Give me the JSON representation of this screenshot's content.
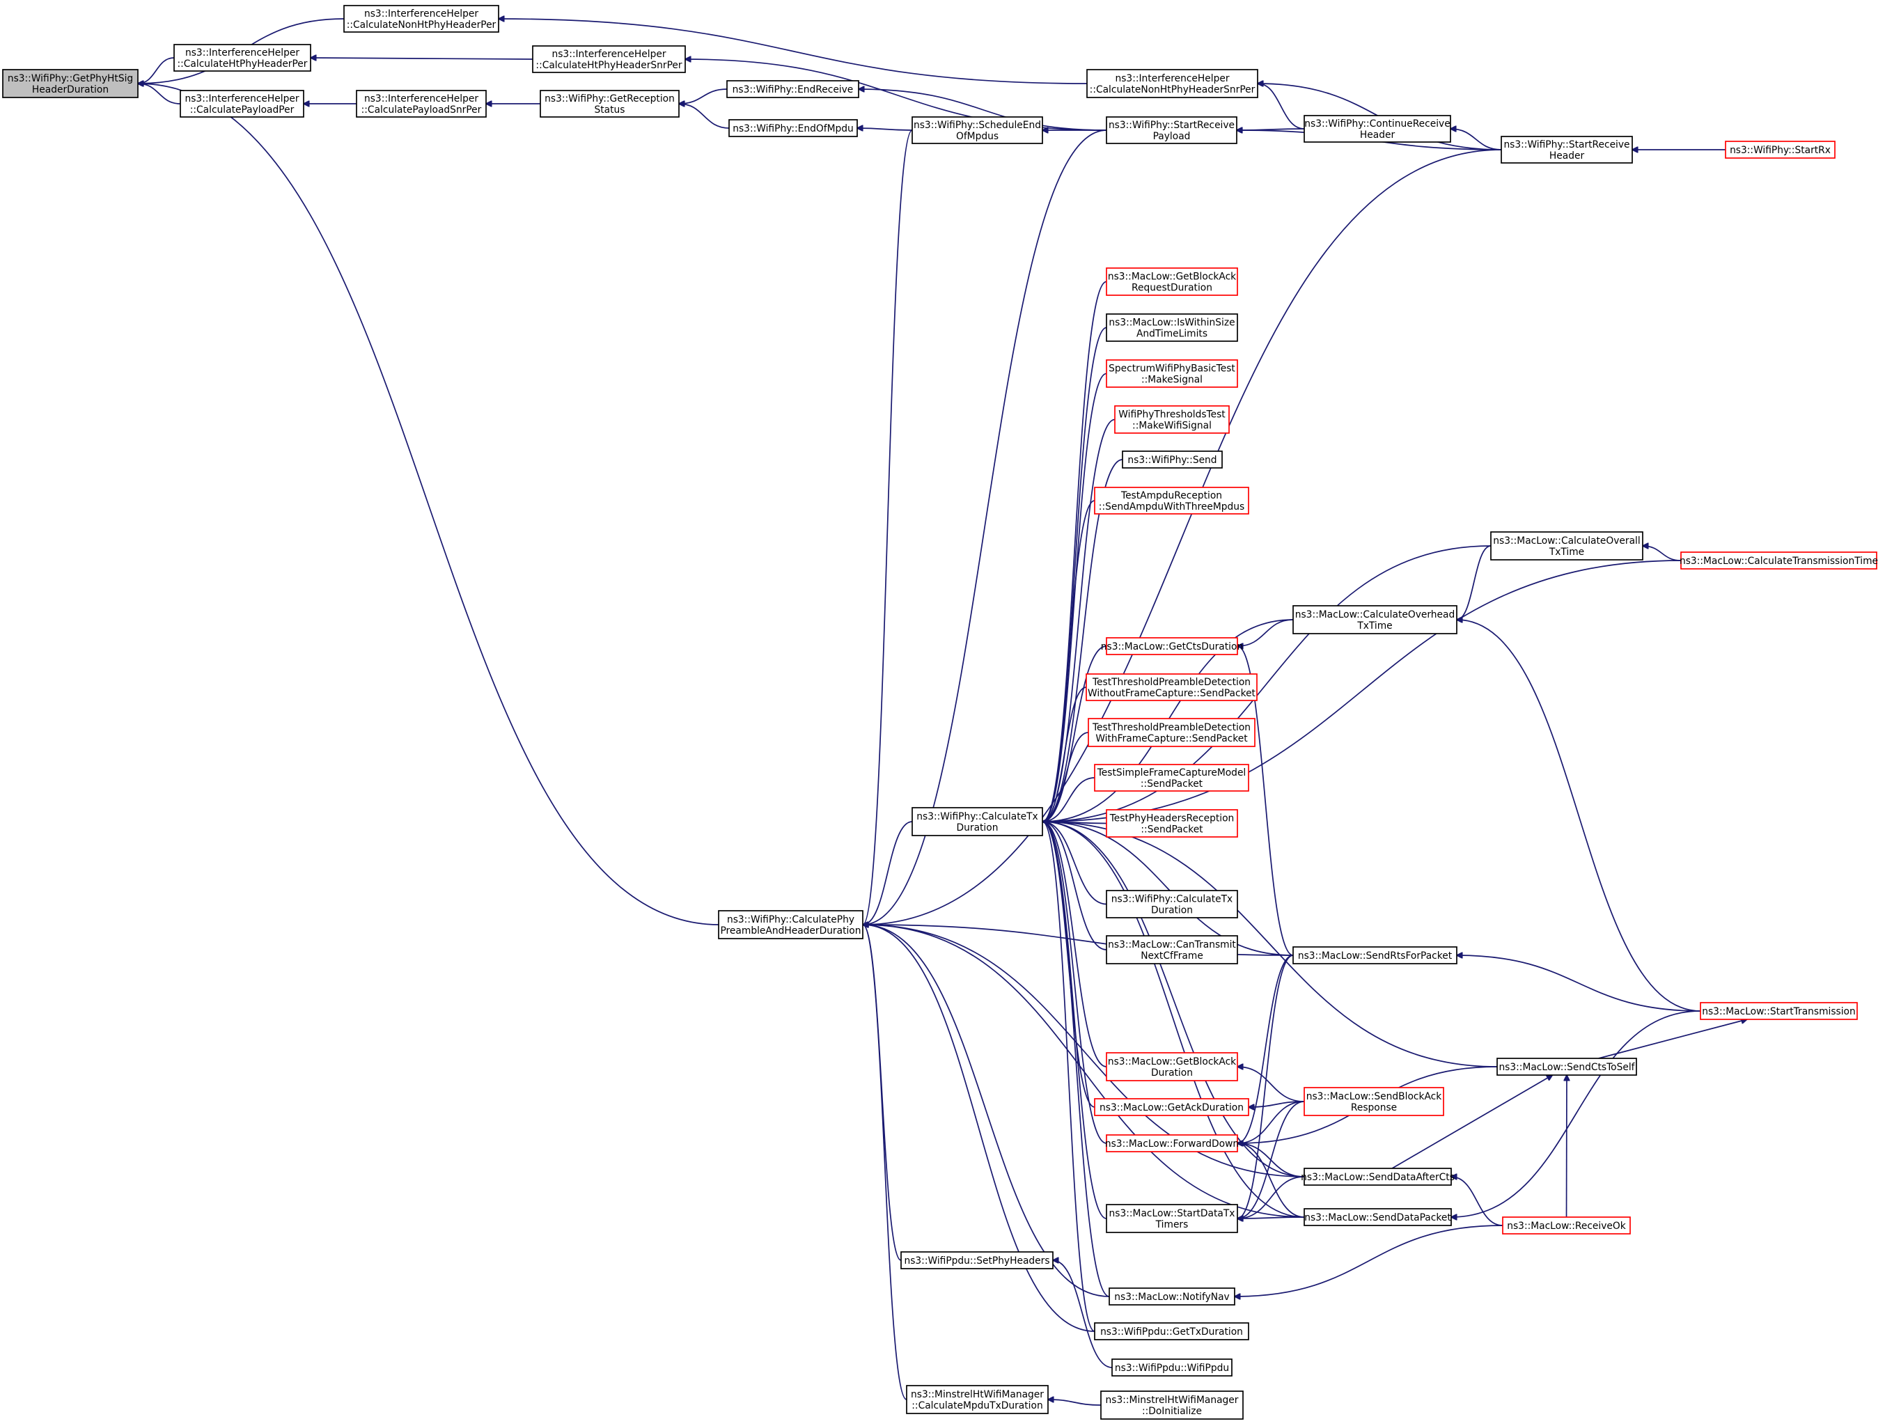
{
  "colors": {
    "edge": "#191970",
    "node_border": "#000000",
    "truncated_border": "#ff0000",
    "focus_fill": "#bfbfbf",
    "background": "#ffffff"
  },
  "nodes": [
    {
      "id": "n0",
      "lines": [
        "ns3::WifiPhy::GetPhyHtSig",
        "HeaderDuration"
      ],
      "style": "focus"
    },
    {
      "id": "n1",
      "lines": [
        "ns3::InterferenceHelper",
        "::CalculateNonHtPhyHeaderPer"
      ],
      "style": "normal"
    },
    {
      "id": "n2",
      "lines": [
        "ns3::InterferenceHelper",
        "::CalculateHtPhyHeaderPer"
      ],
      "style": "normal"
    },
    {
      "id": "n3",
      "lines": [
        "ns3::InterferenceHelper",
        "::CalculatePayloadPer"
      ],
      "style": "normal"
    },
    {
      "id": "n4",
      "lines": [
        "ns3::InterferenceHelper",
        "::CalculateHtPhyHeaderSnrPer"
      ],
      "style": "normal"
    },
    {
      "id": "n5",
      "lines": [
        "ns3::InterferenceHelper",
        "::CalculatePayloadSnrPer"
      ],
      "style": "normal"
    },
    {
      "id": "n6",
      "lines": [
        "ns3::WifiPhy::GetReception",
        "Status"
      ],
      "style": "normal"
    },
    {
      "id": "n7",
      "lines": [
        "ns3::WifiPhy::EndReceive"
      ],
      "style": "normal"
    },
    {
      "id": "n8",
      "lines": [
        "ns3::WifiPhy::EndOfMpdu"
      ],
      "style": "normal"
    },
    {
      "id": "n9",
      "lines": [
        "ns3::WifiPhy::ScheduleEnd",
        "OfMpdus"
      ],
      "style": "normal"
    },
    {
      "id": "n10",
      "lines": [
        "ns3::InterferenceHelper",
        "::CalculateNonHtPhyHeaderSnrPer"
      ],
      "style": "normal"
    },
    {
      "id": "n11",
      "lines": [
        "ns3::WifiPhy::StartReceive",
        "Payload"
      ],
      "style": "normal"
    },
    {
      "id": "n12",
      "lines": [
        "ns3::WifiPhy::ContinueReceive",
        "Header"
      ],
      "style": "normal"
    },
    {
      "id": "n13",
      "lines": [
        "ns3::WifiPhy::StartReceive",
        "Header"
      ],
      "style": "normal"
    },
    {
      "id": "n14",
      "lines": [
        "ns3::WifiPhy::StartRx"
      ],
      "style": "truncated"
    },
    {
      "id": "n15",
      "lines": [
        "ns3::WifiPhy::CalculatePhy",
        "PreambleAndHeaderDuration"
      ],
      "style": "normal"
    },
    {
      "id": "n16",
      "lines": [
        "ns3::WifiPhy::CalculateTx",
        "Duration"
      ],
      "style": "normal"
    },
    {
      "id": "n17",
      "lines": [
        "ns3::MacLow::GetBlockAck",
        "RequestDuration"
      ],
      "style": "truncated"
    },
    {
      "id": "n18",
      "lines": [
        "ns3::MacLow::IsWithinSize",
        "AndTimeLimits"
      ],
      "style": "normal"
    },
    {
      "id": "n19",
      "lines": [
        "SpectrumWifiPhyBasicTest",
        "::MakeSignal"
      ],
      "style": "truncated"
    },
    {
      "id": "n20",
      "lines": [
        "WifiPhyThresholdsTest",
        "::MakeWifiSignal"
      ],
      "style": "truncated"
    },
    {
      "id": "n21",
      "lines": [
        "ns3::WifiPhy::Send"
      ],
      "style": "normal"
    },
    {
      "id": "n22",
      "lines": [
        "TestAmpduReception",
        "::SendAmpduWithThreeMpdus"
      ],
      "style": "truncated"
    },
    {
      "id": "n23",
      "lines": [
        "ns3::MacLow::CalculateTransmissionTime"
      ],
      "style": "truncated"
    },
    {
      "id": "n24",
      "lines": [
        "ns3::MacLow::CalculateOverall",
        "TxTime"
      ],
      "style": "normal"
    },
    {
      "id": "n25",
      "lines": [
        "ns3::MacLow::CalculateOverhead",
        "TxTime"
      ],
      "style": "normal"
    },
    {
      "id": "n26",
      "lines": [
        "ns3::MacLow::GetCtsDuration"
      ],
      "style": "truncated"
    },
    {
      "id": "n27",
      "lines": [
        "TestThresholdPreambleDetection",
        "WithoutFrameCapture::SendPacket"
      ],
      "style": "truncated"
    },
    {
      "id": "n28",
      "lines": [
        "TestThresholdPreambleDetection",
        "WithFrameCapture::SendPacket"
      ],
      "style": "truncated"
    },
    {
      "id": "n29",
      "lines": [
        "TestSimpleFrameCaptureModel",
        "::SendPacket"
      ],
      "style": "truncated"
    },
    {
      "id": "n30",
      "lines": [
        "TestPhyHeadersReception",
        "::SendPacket"
      ],
      "style": "truncated"
    },
    {
      "id": "n31",
      "lines": [
        "ns3::WifiPhy::CalculateTx",
        "Duration"
      ],
      "style": "normal"
    },
    {
      "id": "n32",
      "lines": [
        "ns3::MacLow::CanTransmit",
        "NextCfFrame"
      ],
      "style": "normal"
    },
    {
      "id": "n33",
      "lines": [
        "ns3::MacLow::SendRtsForPacket"
      ],
      "style": "normal"
    },
    {
      "id": "n34",
      "lines": [
        "ns3::MacLow::StartTransmission"
      ],
      "style": "truncated"
    },
    {
      "id": "n35",
      "lines": [
        "ns3::MacLow::GetBlockAck",
        "Duration"
      ],
      "style": "truncated"
    },
    {
      "id": "n36",
      "lines": [
        "ns3::MacLow::SendCtsToSelf"
      ],
      "style": "normal"
    },
    {
      "id": "n37",
      "lines": [
        "ns3::MacLow::GetAckDuration"
      ],
      "style": "truncated"
    },
    {
      "id": "n38",
      "lines": [
        "ns3::MacLow::SendBlockAck",
        "Response"
      ],
      "style": "truncated"
    },
    {
      "id": "n39",
      "lines": [
        "ns3::MacLow::ForwardDown"
      ],
      "style": "truncated"
    },
    {
      "id": "n40",
      "lines": [
        "ns3::MacLow::SendDataAfterCts"
      ],
      "style": "normal"
    },
    {
      "id": "n41",
      "lines": [
        "ns3::MacLow::StartDataTx",
        "Timers"
      ],
      "style": "normal"
    },
    {
      "id": "n42",
      "lines": [
        "ns3::MacLow::SendDataPacket"
      ],
      "style": "normal"
    },
    {
      "id": "n43",
      "lines": [
        "ns3::MacLow::ReceiveOk"
      ],
      "style": "truncated"
    },
    {
      "id": "n44",
      "lines": [
        "ns3::WifiPpdu::SetPhyHeaders"
      ],
      "style": "normal"
    },
    {
      "id": "n45",
      "lines": [
        "ns3::MacLow::NotifyNav"
      ],
      "style": "normal"
    },
    {
      "id": "n46",
      "lines": [
        "ns3::WifiPpdu::GetTxDuration"
      ],
      "style": "normal"
    },
    {
      "id": "n47",
      "lines": [
        "ns3::WifiPpdu::WifiPpdu"
      ],
      "style": "normal"
    },
    {
      "id": "n48",
      "lines": [
        "ns3::MinstrelHtWifiManager",
        "::CalculateMpduTxDuration"
      ],
      "style": "normal"
    },
    {
      "id": "n49",
      "lines": [
        "ns3::MinstrelHtWifiManager",
        "::DoInitialize"
      ],
      "style": "normal"
    }
  ],
  "edges": [
    [
      "n1",
      "n0"
    ],
    [
      "n2",
      "n0"
    ],
    [
      "n3",
      "n0"
    ],
    [
      "n15",
      "n0"
    ],
    [
      "n4",
      "n2"
    ],
    [
      "n10",
      "n1"
    ],
    [
      "n11",
      "n4"
    ],
    [
      "n5",
      "n3"
    ],
    [
      "n6",
      "n5"
    ],
    [
      "n7",
      "n6"
    ],
    [
      "n8",
      "n6"
    ],
    [
      "n11",
      "n7"
    ],
    [
      "n9",
      "n8"
    ],
    [
      "n11",
      "n9"
    ],
    [
      "n12",
      "n10"
    ],
    [
      "n13",
      "n10"
    ],
    [
      "n12",
      "n11"
    ],
    [
      "n13",
      "n11"
    ],
    [
      "n13",
      "n12"
    ],
    [
      "n14",
      "n13"
    ],
    [
      "n9",
      "n15"
    ],
    [
      "n11",
      "n15"
    ],
    [
      "n13",
      "n15"
    ],
    [
      "n16",
      "n15"
    ],
    [
      "n33",
      "n15"
    ],
    [
      "n44",
      "n15"
    ],
    [
      "n45",
      "n15"
    ],
    [
      "n46",
      "n15"
    ],
    [
      "n48",
      "n15"
    ],
    [
      "n40",
      "n15"
    ],
    [
      "n42",
      "n15"
    ],
    [
      "n17",
      "n16"
    ],
    [
      "n18",
      "n16"
    ],
    [
      "n19",
      "n16"
    ],
    [
      "n20",
      "n16"
    ],
    [
      "n21",
      "n16"
    ],
    [
      "n22",
      "n16"
    ],
    [
      "n23",
      "n16"
    ],
    [
      "n24",
      "n16"
    ],
    [
      "n25",
      "n16"
    ],
    [
      "n26",
      "n16"
    ],
    [
      "n27",
      "n16"
    ],
    [
      "n28",
      "n16"
    ],
    [
      "n29",
      "n16"
    ],
    [
      "n30",
      "n16"
    ],
    [
      "n31",
      "n16"
    ],
    [
      "n32",
      "n16"
    ],
    [
      "n33",
      "n16"
    ],
    [
      "n35",
      "n16"
    ],
    [
      "n36",
      "n16"
    ],
    [
      "n37",
      "n16"
    ],
    [
      "n39",
      "n16"
    ],
    [
      "n40",
      "n16"
    ],
    [
      "n41",
      "n16"
    ],
    [
      "n42",
      "n16"
    ],
    [
      "n45",
      "n16"
    ],
    [
      "n46",
      "n16"
    ],
    [
      "n23",
      "n24"
    ],
    [
      "n24",
      "n25"
    ],
    [
      "n34",
      "n25"
    ],
    [
      "n25",
      "n26"
    ],
    [
      "n33",
      "n26"
    ],
    [
      "n34",
      "n33"
    ],
    [
      "n36",
      "n34"
    ],
    [
      "n43",
      "n36"
    ],
    [
      "n38",
      "n35"
    ],
    [
      "n38",
      "n37"
    ],
    [
      "n33",
      "n39"
    ],
    [
      "n36",
      "n39"
    ],
    [
      "n38",
      "n39"
    ],
    [
      "n40",
      "n39"
    ],
    [
      "n42",
      "n39"
    ],
    [
      "n40",
      "n36"
    ],
    [
      "n43",
      "n40"
    ],
    [
      "n40",
      "n41"
    ],
    [
      "n42",
      "n41"
    ],
    [
      "n34",
      "n42"
    ],
    [
      "n43",
      "n45"
    ],
    [
      "n33",
      "n41"
    ],
    [
      "n38",
      "n41"
    ],
    [
      "n47",
      "n44"
    ],
    [
      "n49",
      "n48"
    ]
  ]
}
